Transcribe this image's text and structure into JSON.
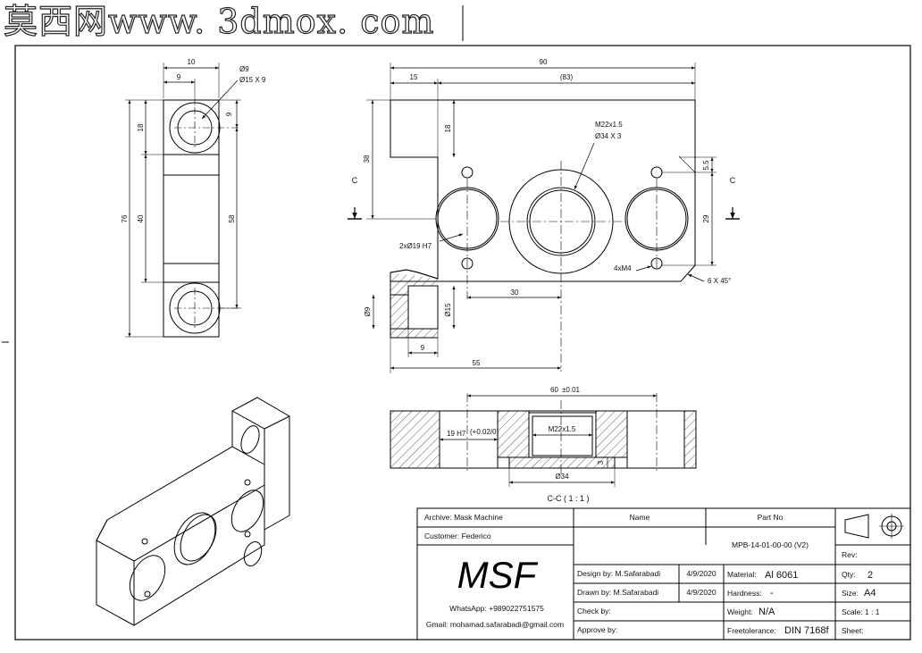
{
  "watermark": "莫西网www. 3dmox. com",
  "front_view": {
    "dims": {
      "width_overall": "90",
      "width_inner": "(83)",
      "left_offset": "15",
      "height_top": "38",
      "height_step": "18",
      "thread": "M22x1.5",
      "counterbore": "Ø34 X 3",
      "holes": "2xØ19 H7",
      "tapped": "4xM4",
      "chamfer": "6 X 45°",
      "right_gap": "5.5",
      "right_height": "29",
      "hole_spacing": "30",
      "bottom_length": "55",
      "bore_small": "Ø9",
      "bore_large": "Ø15",
      "bore_depth": "9"
    },
    "section_markers": [
      "C",
      "C"
    ]
  },
  "side_view": {
    "dims": {
      "top_width": "10",
      "top_offset": "9",
      "hole_label_1": "Ø9",
      "hole_label_2": "Ø15 X 9",
      "right_offset": "9",
      "upper_block": "18",
      "overall_height": "76",
      "inner_height": "40",
      "right_height": "58"
    }
  },
  "section_view": {
    "dims": {
      "span": "60",
      "span_tol": "±0.01",
      "hole_fit": "19 H7",
      "hole_tol": "(+0.02/0)",
      "thread": "M22x1.5",
      "counterbore": "Ø34",
      "depth": "3"
    },
    "title": "C-C ( 1 : 1 )"
  },
  "title_block": {
    "archive": "Archive: Mask Machine",
    "customer": "Customer: Federico",
    "name_header": "Name",
    "partno_header": "Part No",
    "part_no": "MPB-14-01-00-00 (V2)",
    "logo": "MSF",
    "whatsapp": "WhatsApp: +989022751575",
    "gmail": "Gmail: mohamad.safarabadi@gmail.com",
    "design_by": "Design by: M.Safarabadi",
    "design_date": "4/9/2020",
    "drawn_by": "Drawn by: M.Safarabadi",
    "drawn_date": "4/9/2020",
    "check_by": "Check by:",
    "approve_by": "Approve by:",
    "material_label": "Material:",
    "material": "Al 6061",
    "hardness_label": "Hardness:",
    "hardness": "-",
    "weight_label": "Weight:",
    "weight": "N/A",
    "freetol_label": "Freetolerance:",
    "freetol": "DIN 7168f",
    "rev": "Rev:",
    "qty_label": "Qty:",
    "qty": "2",
    "size_label": "Size:",
    "size": "A4",
    "scale": "Scale: 1 : 1",
    "sheet": "Sheet:"
  }
}
